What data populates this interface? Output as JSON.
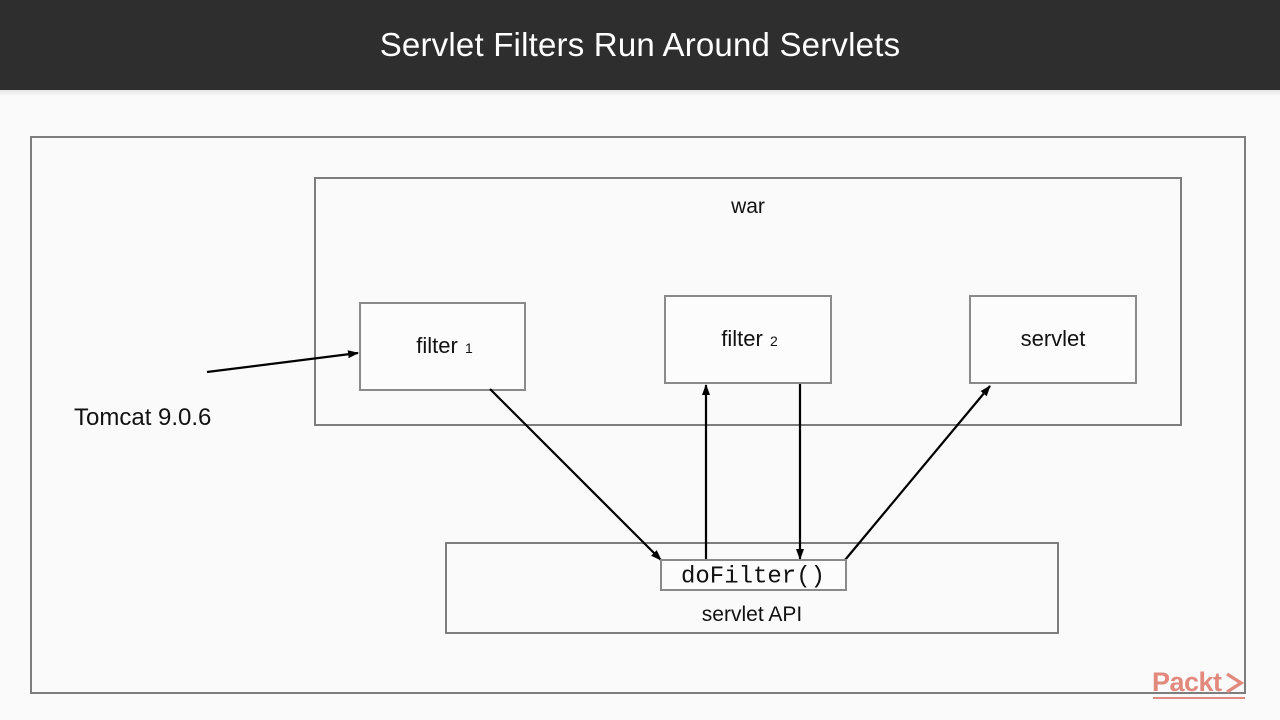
{
  "header": {
    "title": "Servlet Filters Run Around Servlets",
    "background_color": "#2e2e2e",
    "text_color": "#ffffff"
  },
  "page": {
    "background_color": "#fafafa",
    "line_color": "#7d7d7d",
    "arrow_color": "#000000"
  },
  "diagram": {
    "type": "flow-diagram",
    "outer_container": {
      "label": "",
      "name": "tomcat-container"
    },
    "external_label": "Tomcat 9.0.6",
    "war_container": {
      "label": "war"
    },
    "nodes": [
      {
        "id": "filter1",
        "label": "filter",
        "subscript": "1"
      },
      {
        "id": "filter2",
        "label": "filter",
        "subscript": "2"
      },
      {
        "id": "servlet",
        "label": "servlet",
        "subscript": ""
      }
    ],
    "api_container": {
      "label": "servlet API",
      "method_label": "doFilter()"
    },
    "edges": [
      {
        "from": "tomcat",
        "to": "filter1"
      },
      {
        "from": "filter1",
        "to": "doFilter"
      },
      {
        "from": "doFilter",
        "to": "filter2"
      },
      {
        "from": "filter2",
        "to": "doFilter"
      },
      {
        "from": "doFilter",
        "to": "servlet"
      }
    ]
  },
  "branding": {
    "logo_text": "Packt",
    "logo_color": "#e2897d"
  }
}
